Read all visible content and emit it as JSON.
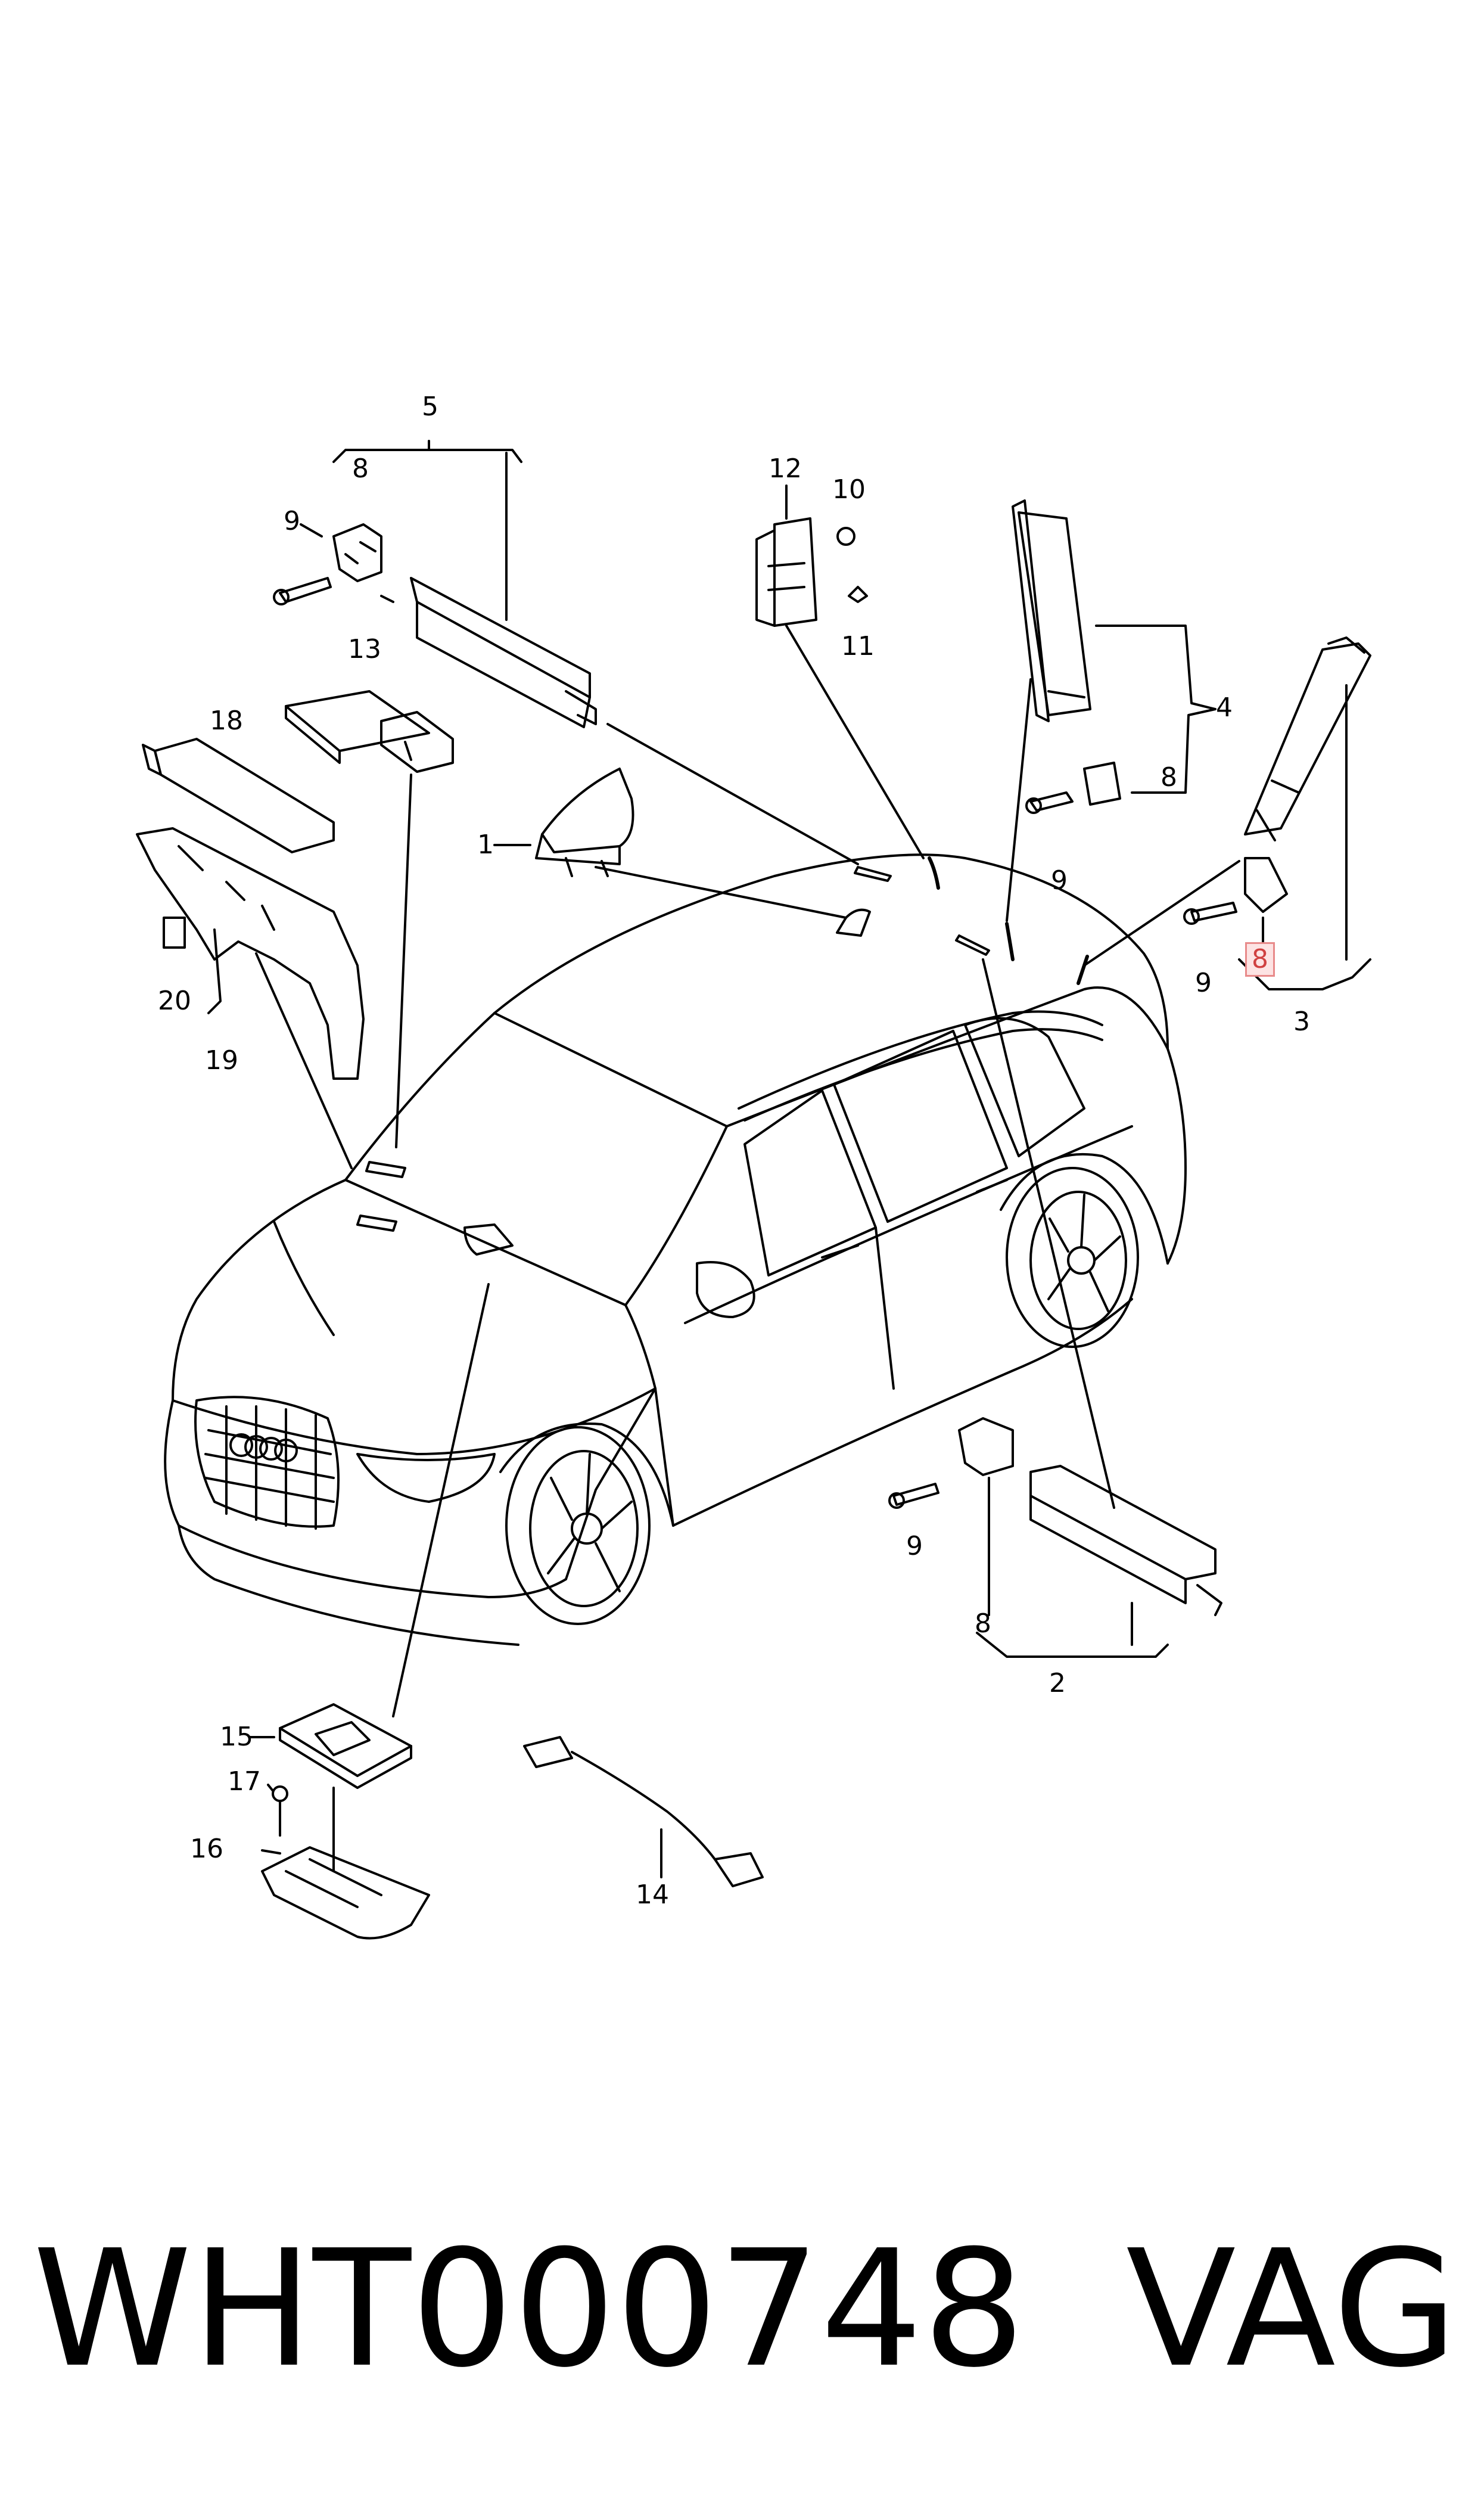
{
  "diagram": {
    "callouts": [
      {
        "id": "c1",
        "text": "1"
      },
      {
        "id": "c2",
        "text": "2"
      },
      {
        "id": "c3",
        "text": "3"
      },
      {
        "id": "c4",
        "text": "4"
      },
      {
        "id": "c5",
        "text": "5"
      },
      {
        "id": "c8a",
        "text": "8"
      },
      {
        "id": "c8b",
        "text": "8"
      },
      {
        "id": "c8c",
        "text": "8"
      },
      {
        "id": "c8d",
        "text": "8"
      },
      {
        "id": "c9a",
        "text": "9"
      },
      {
        "id": "c9b",
        "text": "9"
      },
      {
        "id": "c9c",
        "text": "9"
      },
      {
        "id": "c9d",
        "text": "9"
      },
      {
        "id": "c10",
        "text": "10"
      },
      {
        "id": "c11",
        "text": "11"
      },
      {
        "id": "c12",
        "text": "12"
      },
      {
        "id": "c13",
        "text": "13"
      },
      {
        "id": "c14",
        "text": "14"
      },
      {
        "id": "c15",
        "text": "15"
      },
      {
        "id": "c16",
        "text": "16"
      },
      {
        "id": "c17",
        "text": "17"
      },
      {
        "id": "c18",
        "text": "18"
      },
      {
        "id": "c19",
        "text": "19"
      },
      {
        "id": "c20",
        "text": "20"
      }
    ]
  },
  "footer": {
    "part_number": "WHT000748",
    "brand": "VAG"
  },
  "colors": {
    "line": "#000000",
    "highlight_border": "#e88a8a",
    "highlight_fill": "#fde3e3"
  }
}
